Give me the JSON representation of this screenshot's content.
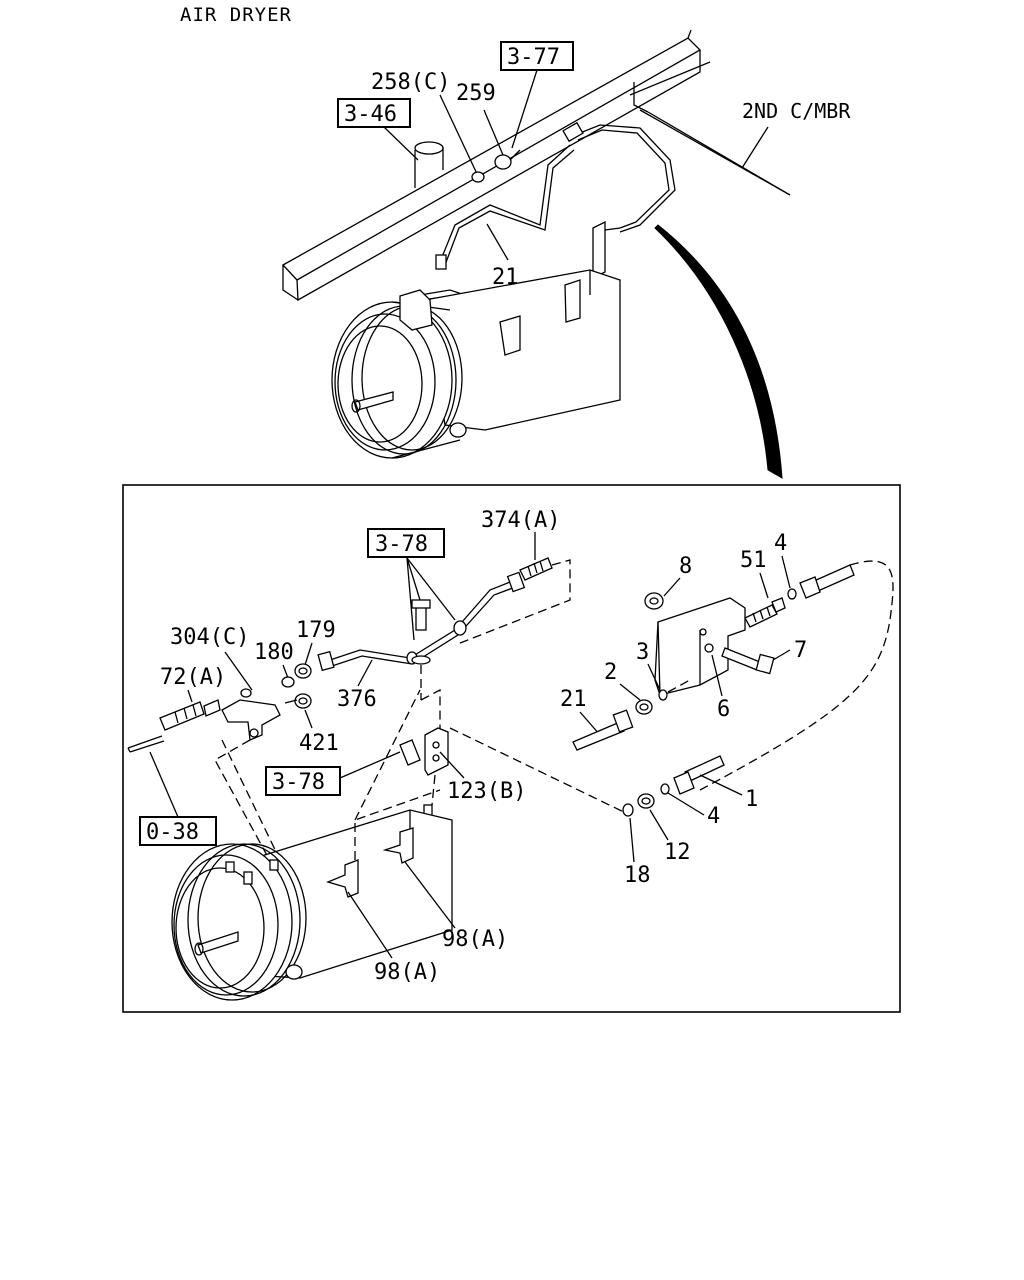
{
  "title": "AIR DRYER",
  "member_label": "2ND C/MBR",
  "references": {
    "r377": "3-77",
    "r346": "3-46",
    "r378_top": "3-78",
    "r378_mid": "3-78",
    "r038": "0-38"
  },
  "top_labels": {
    "p258c": "258(C)",
    "p259": "259",
    "p21_top": "21"
  },
  "detail_labels": {
    "p374a": "374(A)",
    "p8": "8",
    "p51": "51",
    "p4_top": "4",
    "p304c": "304(C)",
    "p179": "179",
    "p180": "180",
    "p72a": "72(A)",
    "p3": "3",
    "p2": "2",
    "p7": "7",
    "p376": "376",
    "p21": "21",
    "p6": "6",
    "p421": "421",
    "p123b": "123(B)",
    "p1": "1",
    "p4_bot": "4",
    "p12": "12",
    "p18": "18",
    "p98a_right": "98(A)",
    "p98a_left": "98(A)"
  }
}
